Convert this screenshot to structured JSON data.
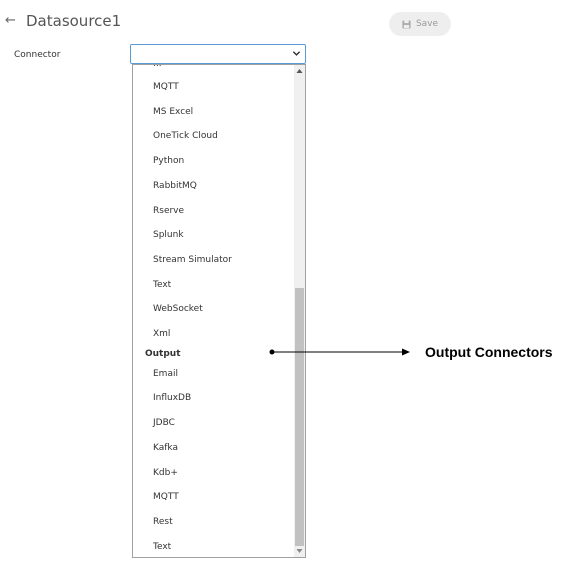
{
  "header": {
    "back_icon": "←",
    "title": "Datasource1",
    "save_label": "Save"
  },
  "form": {
    "connector_label": "Connector",
    "connector_value": ""
  },
  "dropdown": {
    "partial_top_item": "...",
    "input_items": [
      "MQTT",
      "MS Excel",
      "OneTick Cloud",
      "Python",
      "RabbitMQ",
      "Rserve",
      "Splunk",
      "Stream Simulator",
      "Text",
      "WebSocket",
      "Xml"
    ],
    "output_group_label": "Output",
    "output_items": [
      "Email",
      "InfluxDB",
      "JDBC",
      "Kafka",
      "Kdb+",
      "MQTT",
      "Rest",
      "Text"
    ]
  },
  "annotation": {
    "label": "Output Connectors"
  },
  "icons": {
    "back": "arrow-left-icon",
    "save": "floppy-disk-icon",
    "select": "chevron-down-icon",
    "scroll_up": "triangle-up-icon",
    "scroll_down": "triangle-down-icon"
  },
  "colors": {
    "select_border": "#5b9bd5",
    "save_bg": "#eeeeee",
    "scroll_thumb": "#c1c1c1"
  }
}
